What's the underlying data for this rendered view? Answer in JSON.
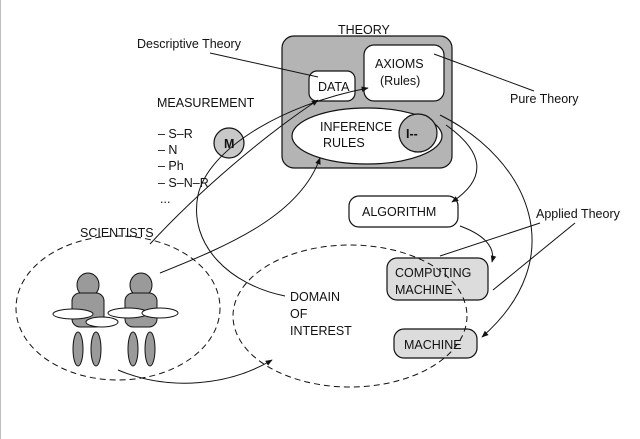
{
  "theory": {
    "title": "THEORY",
    "data_box": "DATA",
    "axioms_line1": "AXIOMS",
    "axioms_line2": "(Rules)",
    "inference_line1": "INFERENCE",
    "inference_line2": "RULES",
    "turnstile": "I--"
  },
  "labels": {
    "descriptive_theory": "Descriptive Theory",
    "pure_theory": "Pure Theory",
    "applied_theory": "Applied Theory",
    "measurement": "MEASUREMENT",
    "m_symbol": "M",
    "scientists": "SCIENTISTS",
    "domain_line1": "DOMAIN",
    "domain_line2": "OF",
    "domain_line3": "INTEREST"
  },
  "measurement_items": [
    "– S–R",
    "– N",
    "– Ph",
    "– S–N–R",
    "..."
  ],
  "boxes": {
    "algorithm": "ALGORITHM",
    "computing_line1": "COMPUTING",
    "computing_line2": "MACHINE",
    "machine": "MACHINE"
  },
  "colors": {
    "theory_fill": "#b4b4b4",
    "machine_fill": "#dcdcdc",
    "figure_fill": "#9a9a9a",
    "stroke": "#111111"
  }
}
